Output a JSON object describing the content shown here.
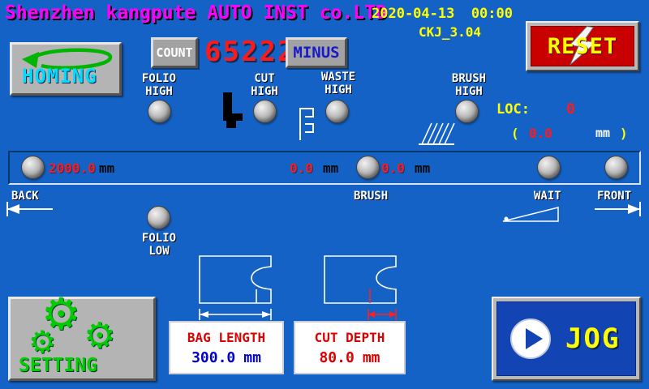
{
  "colors": {
    "background": "#1562c6",
    "title_magenta": "#ff00ff",
    "highlight_yellow": "#ffff00",
    "value_red": "#ff1a1a",
    "homing_cyan": "#00dcff",
    "setting_green": "#00cc00",
    "minus_blue": "#1818cc",
    "panel_value_blue": "#0000cc",
    "reset_bg": "#c80000",
    "jog_bg": "#1244b4"
  },
  "header": {
    "company": "Shenzhen kangpute AUTO INST co.LTD",
    "datetime": "2020-04-13  00:00",
    "version": "CKJ_3.04"
  },
  "controls": {
    "reset": "RESET",
    "homing": "HOMING",
    "minus": "MINUS",
    "setting": "SETTING",
    "jog": "JOG"
  },
  "counter": {
    "label": "COUNT",
    "value": "65222"
  },
  "sensors": {
    "folio_high": "FOLIO\nHIGH",
    "cut_high": "CUT\nHIGH",
    "waste_high": "WASTE\nHIGH",
    "brush_high": "BRUSH\nHIGH",
    "folio_low": "FOLIO\nLOW"
  },
  "loc": {
    "label": "LOC:",
    "value": "0",
    "paren_open": "(",
    "offset_value": "0.0",
    "offset_unit": "mm",
    "paren_close": ")"
  },
  "position_bar": {
    "total_length": {
      "value": "2000.0",
      "unit": "mm"
    },
    "brush_pos": {
      "value": "0.0",
      "unit": "mm"
    },
    "wait_pos": {
      "value": "0.0",
      "unit": "mm"
    },
    "zone_labels": {
      "back": "BACK",
      "brush": "BRUSH",
      "wait": "WAIT",
      "front": "FRONT"
    }
  },
  "panels": {
    "bag_length": {
      "title": "BAG LENGTH",
      "value": "300.0",
      "unit": "mm"
    },
    "cut_depth": {
      "title": "CUT DEPTH",
      "value": "80.0",
      "unit": "mm"
    }
  },
  "icons": {
    "gear": "⚙"
  }
}
